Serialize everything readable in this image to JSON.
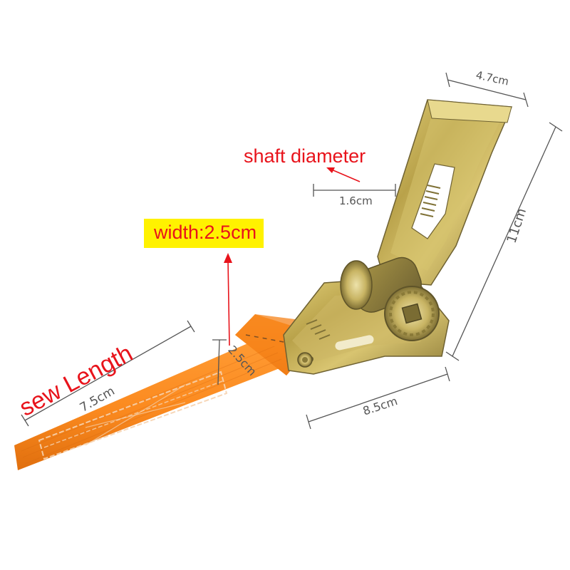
{
  "labels": {
    "top_width": "4.7cm",
    "height": "11cm",
    "base_length": "8.5cm",
    "shaft_diameter_title": "shaft diameter",
    "shaft_diameter_value": "1.6cm",
    "width_callout": "width:2.5cm",
    "strap_width": "2.5cm",
    "sew_length_title": "sew Length",
    "sew_length_value": "7.5cm"
  },
  "colors": {
    "annotation_red": "#e8131b",
    "highlight_yellow": "#fff200",
    "strap_orange": "#fb8a1f",
    "metal_gold": "#c7b04a",
    "dimension_gray": "#555555"
  }
}
